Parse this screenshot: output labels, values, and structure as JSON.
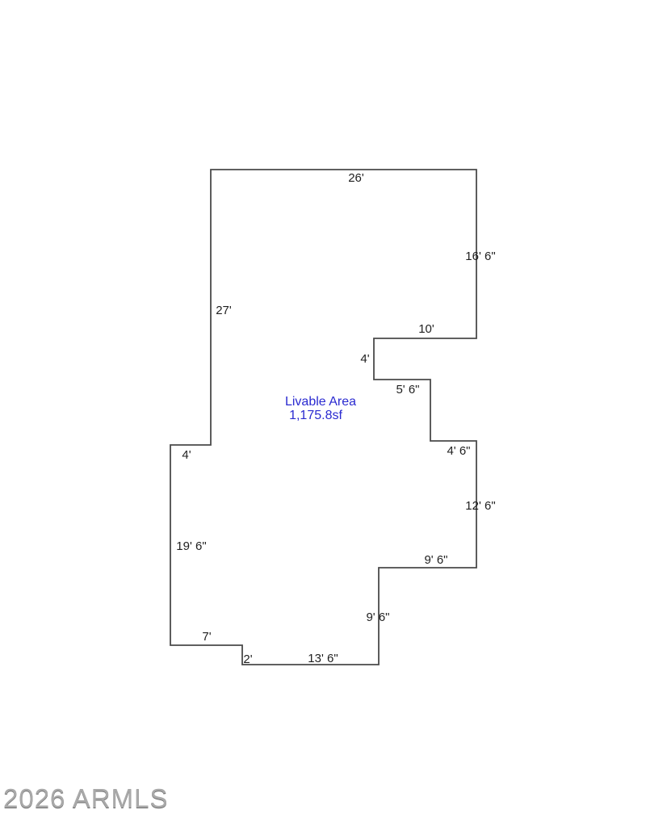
{
  "floorplan": {
    "area_label": {
      "line1": "Livable Area",
      "line2": "1,175.8sf",
      "color": "#2a2ad0"
    },
    "dimensions": {
      "top": "26'",
      "right_upper": "16' 6\"",
      "left_wall": "27'",
      "notch_top": "10'",
      "notch_left": "4'",
      "notch_bottom": "5' 6\"",
      "step_right": "4' 6\"",
      "right_lower": "12' 6\"",
      "inner_step_top": "9' 6\"",
      "inner_step_left": "9' 6\"",
      "bottom": "13' 6\"",
      "jog_vertical": "2'",
      "jog_bottom": "7'",
      "left_lower": "19' 6\"",
      "left_step_top": "4'"
    },
    "outline_color": "#4a4a4a",
    "text_color": "#1f1f1f"
  },
  "watermark": {
    "text": "2026 ARMLS"
  }
}
